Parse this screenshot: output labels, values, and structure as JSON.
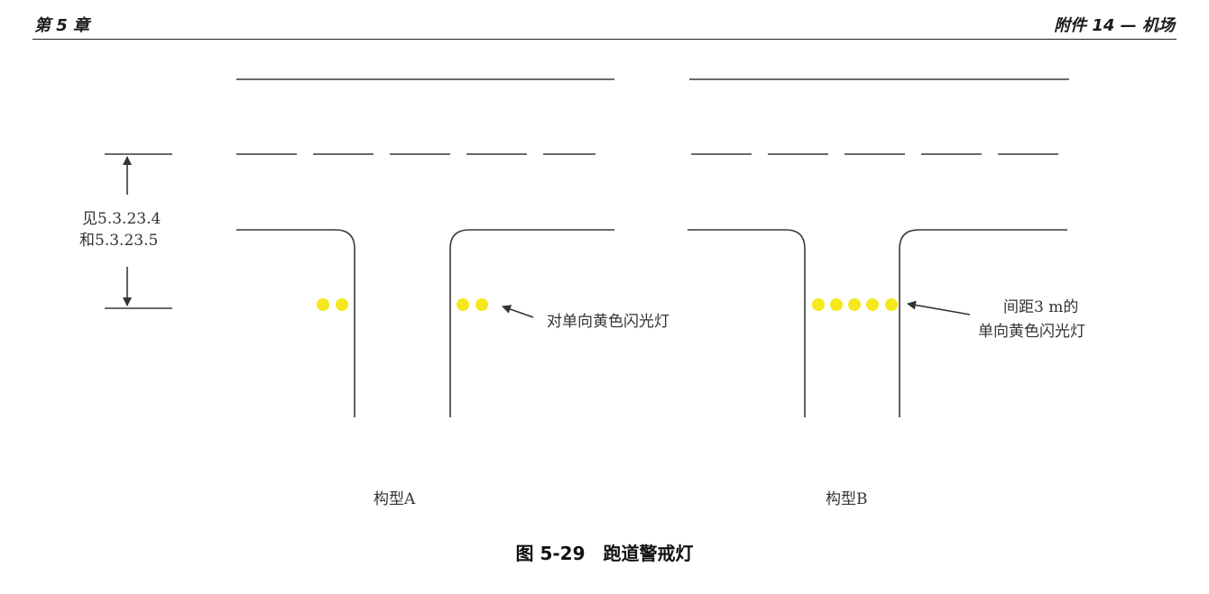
{
  "header": {
    "left": "第 5 章",
    "right": "附件 14 — 机场"
  },
  "dimension": {
    "line1": "见5.3.23.4",
    "line2": "和5.3.23.5"
  },
  "config_a": {
    "light_label": "对单向黄色闪光灯",
    "caption": "构型A"
  },
  "config_b": {
    "light_label_line1": "间距3 m的",
    "light_label_line2": "单向黄色闪光灯",
    "caption": "构型B"
  },
  "figure_caption": "图 5-29　跑道警戒灯",
  "colors": {
    "light": "#f5e81c",
    "line": "#3a3a3a"
  }
}
